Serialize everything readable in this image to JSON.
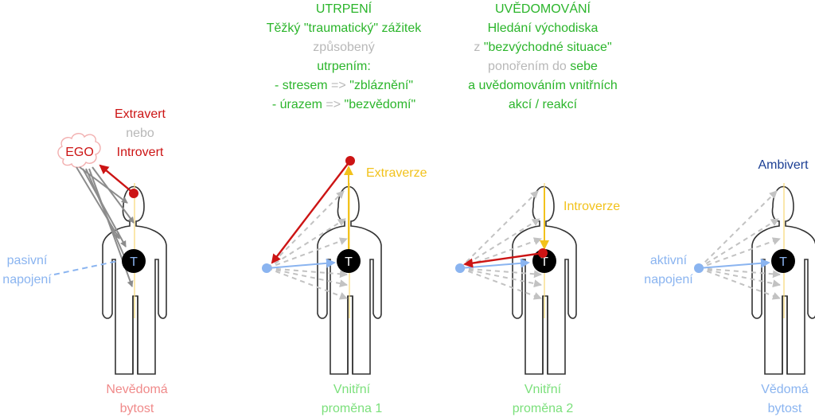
{
  "colors": {
    "green": "#2bb52b",
    "gray_text": "#b8b8b8",
    "red": "#cc1414",
    "pink": "#f08a8a",
    "yellow": "#f2c21c",
    "light_blue": "#8ab4f0",
    "dark_blue": "#1c3f94",
    "light_green": "#7be07b",
    "arrow_gray": "#8c8c8c",
    "dashed_gray": "#c2c2c2"
  },
  "figure1": {
    "ego": "EGO",
    "extravert": "Extravert",
    "nebo": "nebo",
    "introvert": "Introvert",
    "passive_line1": "pasivní",
    "passive_line2": "napojení",
    "core": "T",
    "caption_line1": "Nevědomá",
    "caption_line2": "bytost"
  },
  "figure2": {
    "heading": "UTRPENÍ",
    "line1": "Těžký \"traumatický\" zážitek",
    "line2": "způsobený",
    "line3": "utrpením:",
    "line4a": "- stresem",
    "line4b": " => ",
    "line4c": "\"zbláznění\"",
    "line5a": "- úrazem",
    "line5b": " => ",
    "line5c": "\"bezvědomí\"",
    "arrow_label": "Extraverze",
    "core": "T",
    "caption_line1": "Vnitřní",
    "caption_line2": "proměna 1"
  },
  "figure3": {
    "heading": "UVĚDOMOVÁNÍ",
    "line1": "Hledání východiska",
    "line2a": "z ",
    "line2b": "\"bezvýchodné situace\"",
    "line3a": "ponořením do ",
    "line3b": "sebe",
    "line4": "a uvědomováním vnitřních",
    "line5": "akcí / reakcí",
    "arrow_label": "Introverze",
    "core": "T",
    "caption_line1": "Vnitřní",
    "caption_line2": "proměna 2"
  },
  "figure4": {
    "ambivert": "Ambivert",
    "active_line1": "aktivní",
    "active_line2": "napojení",
    "core": "T",
    "caption_line1": "Vědomá",
    "caption_line2": "bytost"
  }
}
